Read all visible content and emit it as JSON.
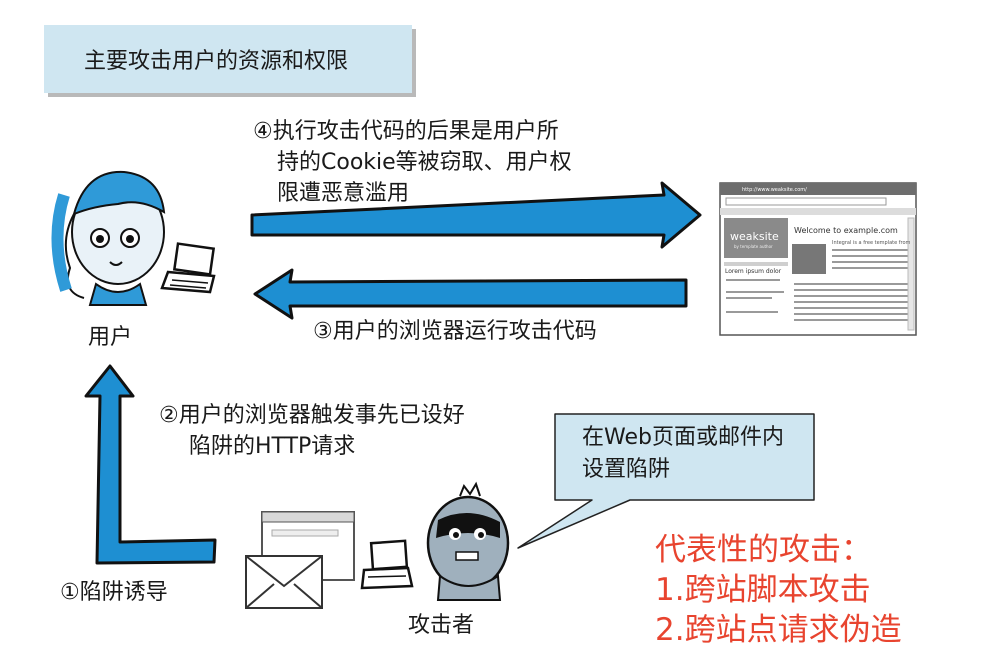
{
  "title": "主要攻击用户的资源和权限",
  "steps": {
    "step4": [
      "④执行攻击代码的后果是用户所",
      "持的Cookie等被窃取、用户权",
      "限遭恶意滥用"
    ],
    "step3": "③用户的浏览器运行攻击代码",
    "step2": [
      "②用户的浏览器触发事先已设好",
      "陷阱的HTTP请求"
    ],
    "step1": "①陷阱诱导"
  },
  "actors": {
    "user": "用户",
    "attacker": "攻击者"
  },
  "callout": [
    "在Web页面或邮件内",
    "设置陷阱"
  ],
  "browser": {
    "logo": "weaksite",
    "logo_sub": "by template author",
    "welcome": "Welcome to example.com",
    "lorem": "Lorem ipsum dolor",
    "intro": "Integral is a free template from",
    "url": "http://www.weaksite.com/"
  },
  "attacks": {
    "heading": "代表性的攻击：",
    "items": [
      "1.跨站脚本攻击",
      "2.跨站点请求伪造"
    ]
  },
  "colors": {
    "arrow": "#1e8fd2",
    "title_bg": "#cfe6f1",
    "callout_bg": "#cfe6f1",
    "red": "#e8442f"
  }
}
